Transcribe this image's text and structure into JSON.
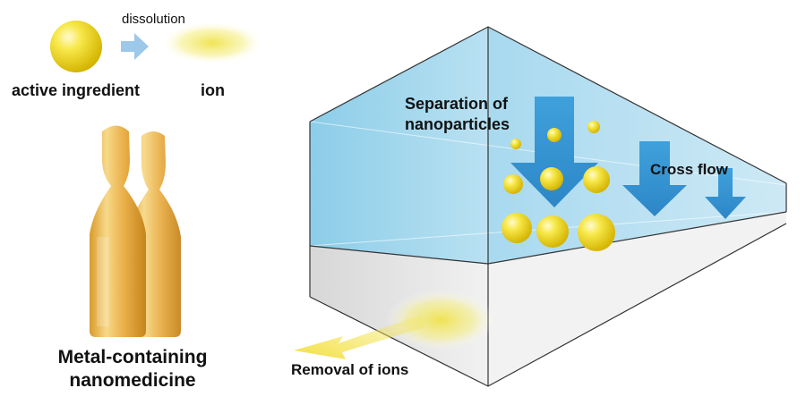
{
  "labels": {
    "dissolution": "dissolution",
    "active_ingredient": "active ingredient",
    "ion": "ion",
    "title_line1": "Metal-containing",
    "title_line2": "nanomedicine",
    "separation_line1": "Separation of",
    "separation_line2": "nanoparticles",
    "cross_flow": "Cross flow",
    "removal": "Removal of ions"
  },
  "colors": {
    "particle": "#f2dc2a",
    "arrow_blue": "#3a98d4",
    "water_blue": "#a9d9ef",
    "membrane_gray": "#e6e6e6",
    "ion_glow": "#f5ec7a",
    "ampoule": "#e8a93a"
  },
  "icons": [
    "ampoule-icon",
    "nanoparticle-icon",
    "ion-glow-icon",
    "arrow-icon"
  ]
}
